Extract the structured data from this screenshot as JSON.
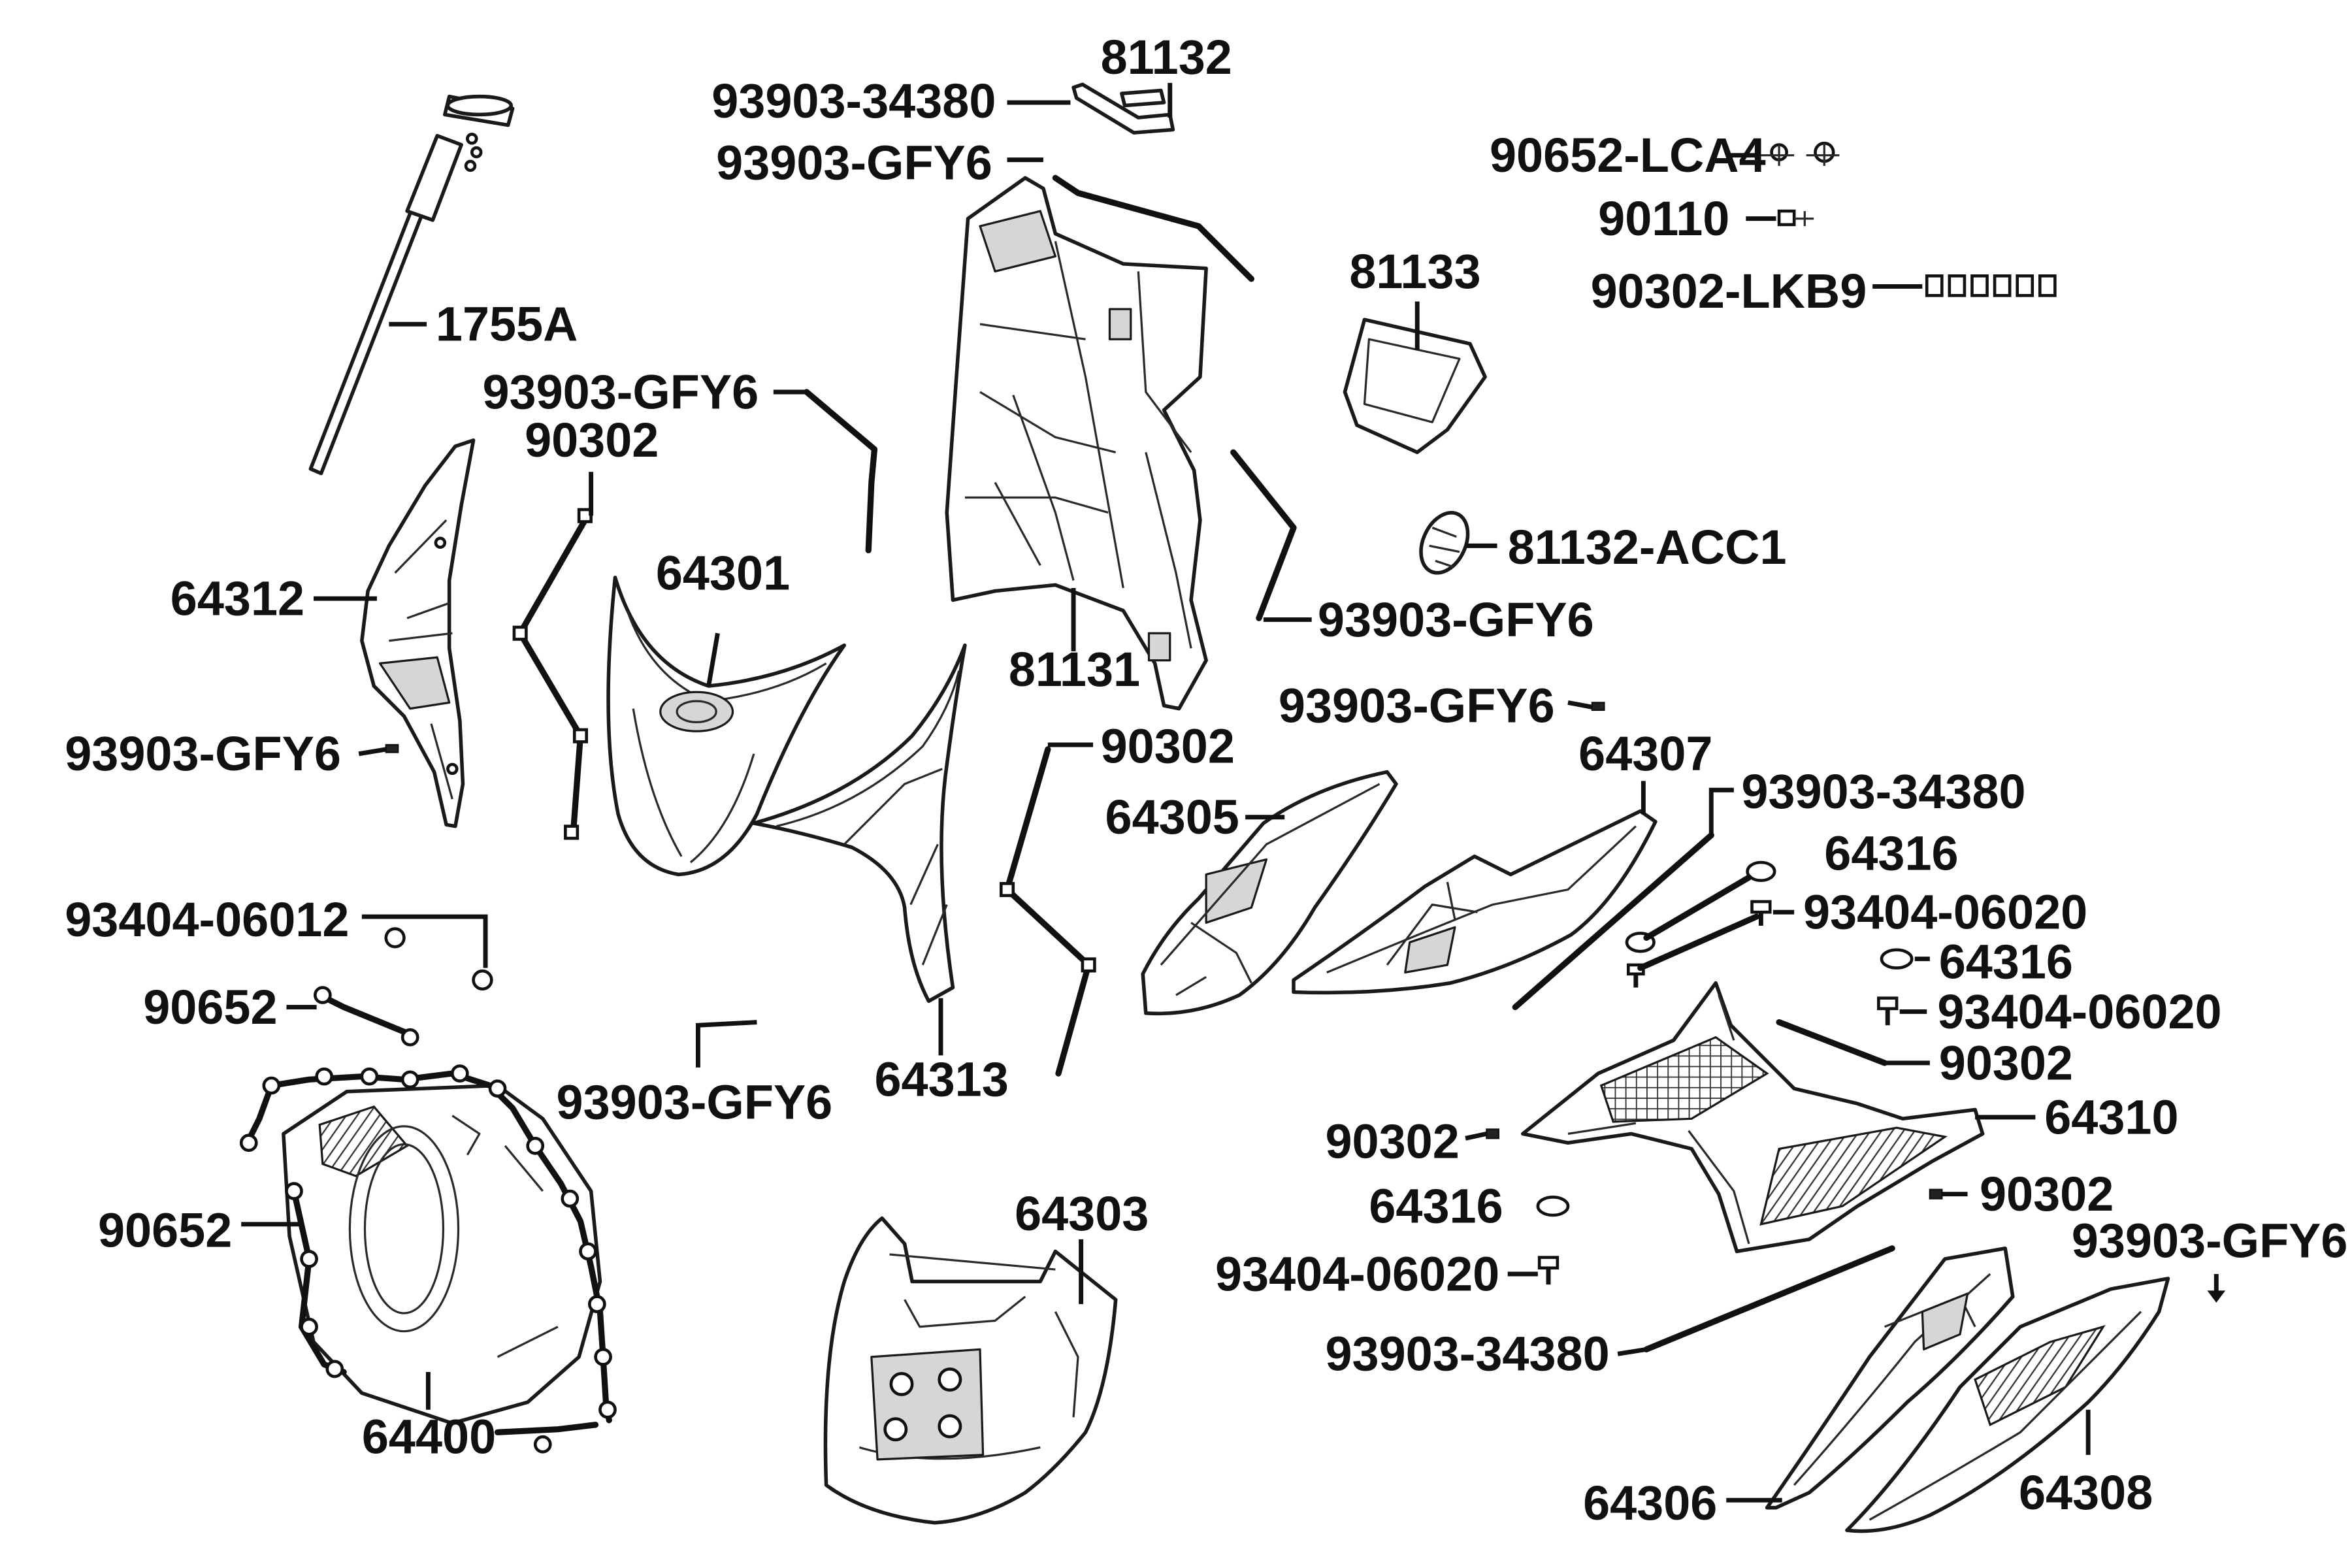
{
  "callouts": [
    "81132",
    "93903-34380",
    "93903-GFY6",
    "90652-LCA4",
    "90110",
    "90302-LKB9",
    "81133",
    "1755A",
    "93903-GFY6",
    "90302",
    "81132-ACC1",
    "64312",
    "64301",
    "93903-GFY6",
    "81131",
    "93903-GFY6",
    "93903-GFY6",
    "90302",
    "64307",
    "64305",
    "93903-34380",
    "64316",
    "93404-06012",
    "93404-06020",
    "64316",
    "90652",
    "93404-06020",
    "90302",
    "93903-GFY6",
    "64313",
    "64310",
    "90302",
    "90652",
    "90302",
    "64316",
    "64303",
    "93903-GFY6",
    "93404-06020",
    "93903-34380",
    "64400",
    "64308",
    "64306"
  ]
}
